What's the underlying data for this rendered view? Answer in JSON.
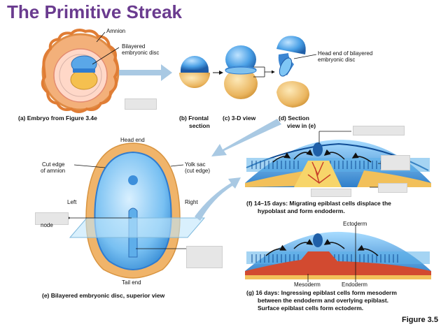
{
  "title": "The Primitive Streak",
  "labels": {
    "amnion": "Amnion",
    "bilayered_line1": "Bilayered",
    "bilayered_line2": "embryonic disc",
    "head_end_bilayered_line1": "Head end of bilayered",
    "head_end_bilayered_line2": "embryonic disc",
    "head_end": "Head end",
    "cut_edge_line1": "Cut edge",
    "cut_edge_line2": "of amnion",
    "yolk_sac_line1": "Yolk sac",
    "yolk_sac_line2": "(cut edge)",
    "left": "Left",
    "right": "Right",
    "node": "node",
    "tail_end": "Tail end",
    "ectoderm": "Ectoderm",
    "mesoderm": "Mesoderm",
    "endoderm": "Endoderm"
  },
  "captions": {
    "a": "(a) Embryo from Figure 3.4e",
    "b_line1": "(b) Frontal",
    "b_line2": "section",
    "c": "(c) 3-D view",
    "d_line1": "(d) Section",
    "d_line2": "view in (e)",
    "e": "(e) Bilayered embryonic disc, superior view",
    "f_line1": "(f) 14–15 days: Migrating epiblast cells displace the",
    "f_line2": "hypoblast and form endoderm.",
    "g_line1": "(g) 16 days: Ingressing epiblast cells form mesoderm",
    "g_line2": "between the endoderm and overlying epiblast.",
    "g_line3": "Surface epiblast cells form ectoderm."
  },
  "figure_number": "Figure 3.5",
  "colors": {
    "title": "#6a3b8f",
    "amnion_blue": "#3f8fd8",
    "yolk_tan": "#e8b25a",
    "mesoderm_red": "#c8402a",
    "arrow_blue": "#a9c9e3"
  }
}
